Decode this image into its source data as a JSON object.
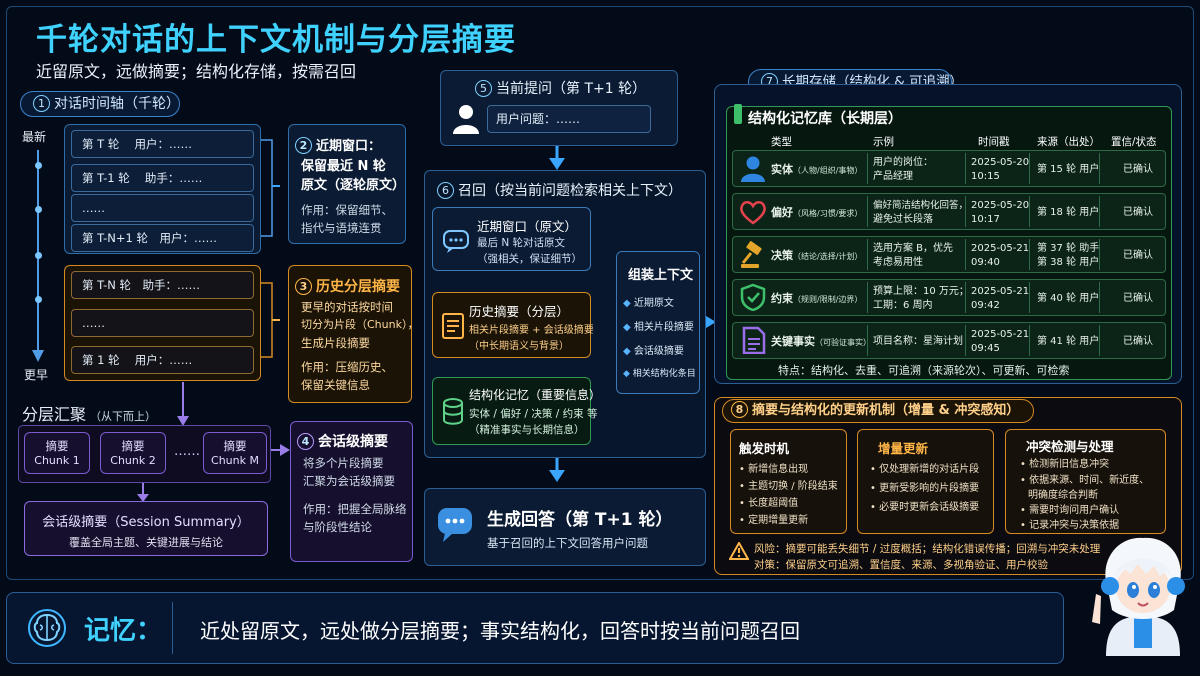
{
  "header": {
    "title": "千轮对话的上下文机制与分层摘要",
    "subtitle": "近留原文，远做摘要；结构化存储，按需召回"
  },
  "timeline": {
    "label": "对话时间轴（千轮）",
    "newest": "最新",
    "oldest": "更早",
    "recent_messages": [
      "第 T 轮　 用户：……",
      "第 T-1 轮　 助手：……",
      "……",
      "第 T-N+1 轮　用户：……"
    ],
    "older_messages": [
      "第 T-N 轮　助手：……",
      "……",
      "第 1 轮　 用户：……"
    ]
  },
  "recent_window": {
    "title": "近期窗口：",
    "title2": "保留最近 N 轮",
    "title3": "原文（逐轮原文）",
    "role_1": "作用：保留细节、",
    "role_2": "指代与语境连贯"
  },
  "history_summary": {
    "title": "历史分层摘要",
    "desc_1": "更早的对话按时间",
    "desc_2": "切分为片段（Chunk），",
    "desc_3": "生成片段摘要",
    "role_1": "作用：压缩历史、",
    "role_2": "保留关键信息"
  },
  "hierarchy": {
    "label": "分层汇聚",
    "sub": "（从下而上）",
    "chunks": [
      {
        "title": "摘要",
        "name": "Chunk 1"
      },
      {
        "title": "摘要",
        "name": "Chunk 2"
      },
      {
        "title": "摘要",
        "name": "Chunk M"
      }
    ],
    "ellipsis": "……",
    "session_title": "会话级摘要（Session Summary）",
    "session_desc": "覆盖全局主题、关键进展与结论"
  },
  "session_summary": {
    "title": "会话级摘要",
    "desc_1": "将多个片段摘要",
    "desc_2": "汇聚为会话级摘要",
    "role_1": "作用：把握全局脉络",
    "role_2": "与阶段性结论"
  },
  "current_question": {
    "label": "当前提问（第 T+1 轮）",
    "input": "用户问题：……"
  },
  "recall": {
    "label": "召回（按当前问题检索相关上下文）",
    "window_title": "近期窗口（原文）",
    "window_desc_1": "最后 N 轮对话原文",
    "window_desc_2": "（强相关，保证细节）",
    "history_title": "历史摘要（分层）",
    "history_desc_1": "相关片段摘要 + 会话级摘要",
    "history_desc_2": "（中长期语义与背景）",
    "struct_title": "结构化记忆（重要信息）",
    "struct_desc_1": "实体 / 偏好 / 决策 / 约束 等",
    "struct_desc_2": "（精准事实与长期信息）",
    "assemble_title": "组装上下文",
    "assemble_items": [
      "近期原文",
      "相关片段摘要",
      "会话级摘要",
      "相关结构化条目"
    ]
  },
  "answer": {
    "title": "生成回答（第 T+1 轮）",
    "desc": "基于召回的上下文回答用户问题"
  },
  "long_term": {
    "label": "长期存储（结构化 & 可追溯）",
    "store_title": "结构化记忆库（长期层）",
    "headers": [
      "类型",
      "示例",
      "时间戳",
      "来源（出处）",
      "置信/状态"
    ],
    "rows": [
      {
        "icon": "person-icon",
        "type": "实体",
        "type_sub": "（人物/组织/事物）",
        "example_1": "用户的岗位：",
        "example_2": "产品经理",
        "date": "2025-05-20",
        "time": "10:15",
        "source_1": "第 15 轮 用户",
        "source_2": "",
        "status": "已确认"
      },
      {
        "icon": "heart-icon",
        "type": "偏好",
        "type_sub": "（风格/习惯/要求）",
        "example_1": "偏好简洁结构化回答，",
        "example_2": "避免过长段落",
        "date": "2025-05-20",
        "time": "10:17",
        "source_1": "第 18 轮 用户",
        "source_2": "",
        "status": "已确认"
      },
      {
        "icon": "gavel-icon",
        "type": "决策",
        "type_sub": "（结论/选择/计划）",
        "example_1": "选用方案 B，优先",
        "example_2": "考虑易用性",
        "date": "2025-05-21",
        "time": "09:40",
        "source_1": "第 37 轮 助手",
        "source_2": "第 38 轮 用户",
        "status": "已确认"
      },
      {
        "icon": "shield-check-icon",
        "type": "约束",
        "type_sub": "（规则/限制/边界）",
        "example_1": "预算上限：10 万元；",
        "example_2": "工期：6 周内",
        "date": "2025-05-21",
        "time": "09:42",
        "source_1": "第 40 轮 用户",
        "source_2": "",
        "status": "已确认"
      },
      {
        "icon": "document-icon",
        "type": "关键事实",
        "type_sub": "（可验证事实）",
        "example_1": "项目名称：星海计划",
        "example_2": "",
        "date": "2025-05-21",
        "time": "09:45",
        "source_1": "第 41 轮 用户",
        "source_2": "",
        "status": "已确认"
      }
    ],
    "features": "特点：结构化、去重、可追溯（来源轮次）、可更新、可检索"
  },
  "update": {
    "label": "摘要与结构化的更新机制（增量 & 冲突感知）",
    "trigger_title": "触发时机",
    "trigger_items": [
      "新增信息出现",
      "主题切换 / 阶段结束",
      "长度超阈值",
      "定期增量更新"
    ],
    "incr_title": "增量更新",
    "incr_items": [
      "仅处理新增的对话片段",
      "更新受影响的片段摘要",
      "必要时更新会话级摘要"
    ],
    "conflict_title": "冲突检测与处理",
    "conflict_items": [
      "检测新旧信息冲突",
      "依据来源、时间、新近度、",
      "明确度综合判断",
      "需要时询问用户确认",
      "记录冲突与决策依据"
    ],
    "risk": "风险：摘要可能丢失细节 / 过度概括；结构化错误传播；回溯与冲突未处理",
    "counter": "对策：保留原文可追溯、置信度、来源、多视角验证、用户校验"
  },
  "footer": {
    "label": "记忆：",
    "text": "近处留原文，远处做分层摘要；事实结构化，回答时按当前问题召回"
  },
  "colors": {
    "accent": "#3fd2ff",
    "orange": "#ffb547",
    "purple": "#7b5bd1",
    "green": "#2f9a56",
    "background": "#040b18"
  }
}
